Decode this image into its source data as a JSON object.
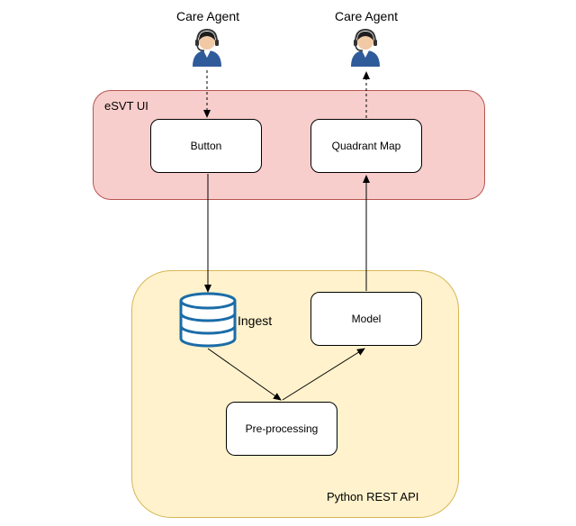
{
  "agents": [
    {
      "label": "Care Agent",
      "icon": "user-headset-icon"
    },
    {
      "label": "Care Agent",
      "icon": "user-headset-icon"
    }
  ],
  "ui_container": {
    "label": "eSVT UI",
    "fill": "#f8cecc",
    "stroke": "#b85450"
  },
  "api_container": {
    "label": "Python REST API",
    "fill": "#fff2cc",
    "stroke": "#d6b656"
  },
  "nodes": {
    "button": "Button",
    "quadrant_map": "Quadrant Map",
    "ingest": "Ingest",
    "model": "Model",
    "preprocessing": "Pre-processing"
  },
  "colors": {
    "database": "#1b6ca8",
    "agent_body": "#2f5b9a",
    "agent_skin": "#f1c9a5"
  }
}
